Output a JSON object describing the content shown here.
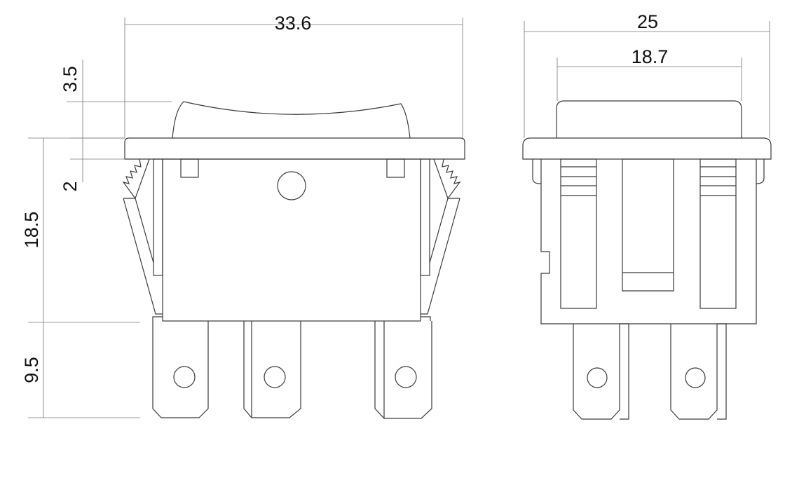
{
  "dimensions": {
    "front_width": "33.6",
    "rocker_height": "3.5",
    "flange_thickness": "2",
    "body_height": "18.5",
    "terminal_length": "9.5",
    "side_width": "25",
    "rocker_width": "18.7"
  }
}
